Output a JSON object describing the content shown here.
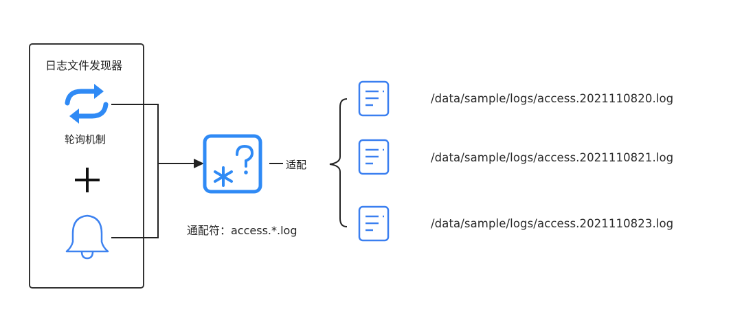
{
  "discoverer": {
    "title": "日志文件发现器",
    "polling_label": "轮询机制",
    "polling_icon": "sync-arrows-icon",
    "bell_icon": "bell-icon",
    "plus_symbol": "+"
  },
  "wildcard": {
    "icon": "wildcard-question-icon",
    "label": "通配符：access.*.log",
    "match_label": "适配"
  },
  "files": [
    {
      "icon": "log-file-icon",
      "path": "/data/sample/logs/access.2021110820.log"
    },
    {
      "icon": "log-file-icon",
      "path": "/data/sample/logs/access.2021110821.log"
    },
    {
      "icon": "log-file-icon",
      "path": "/data/sample/logs/access.2021110823.log"
    }
  ],
  "colors": {
    "accent_blue": "#2f8af5",
    "icon_blue": "#3a7ff0",
    "box_border": "#333333",
    "line": "#222222"
  }
}
